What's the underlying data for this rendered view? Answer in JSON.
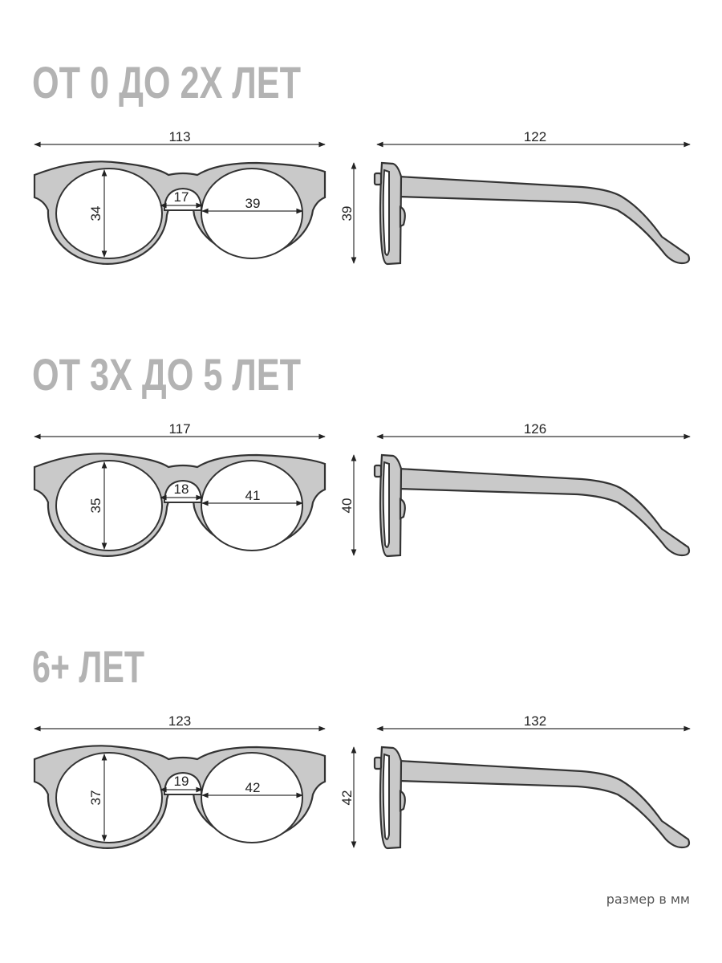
{
  "sections": [
    {
      "title": "ОТ 0 ДО 2Х ЛЕТ",
      "total_width": "113",
      "lens_height": "34",
      "bridge": "17",
      "lens_width": "39",
      "frame_height": "39",
      "temple_length": "122"
    },
    {
      "title": "ОТ 3Х ДО 5 ЛЕТ",
      "total_width": "117",
      "lens_height": "35",
      "bridge": "18",
      "lens_width": "41",
      "frame_height": "40",
      "temple_length": "126"
    },
    {
      "title": "6+ ЛЕТ",
      "total_width": "123",
      "lens_height": "37",
      "bridge": "19",
      "lens_width": "42",
      "frame_height": "42",
      "temple_length": "132"
    }
  ],
  "footer": {
    "units_note": "размер в мм"
  },
  "colors": {
    "title": "#b3b3b3",
    "frame_fill": "#c9c9c9",
    "outline": "#333333"
  }
}
